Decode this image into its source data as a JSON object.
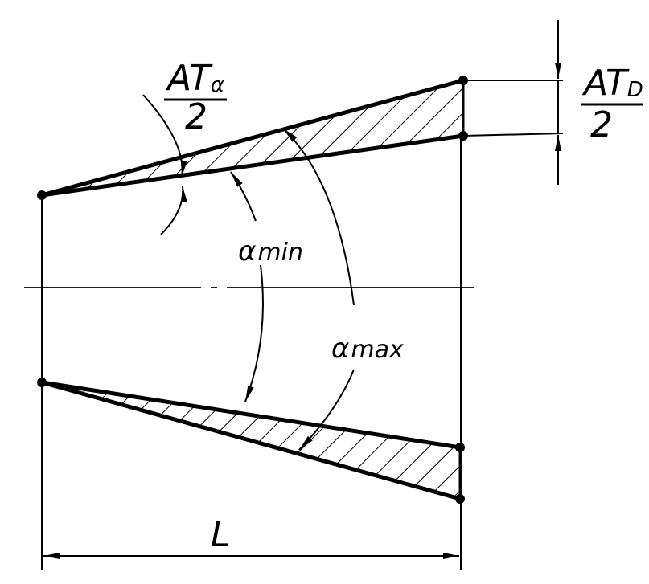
{
  "labels": {
    "at_alpha_main": "AT",
    "at_alpha_sub": "α",
    "at_alpha_den": "2",
    "at_d_main": "AT",
    "at_d_sub": "D",
    "at_d_den": "2",
    "alpha_min_sym": "α",
    "alpha_min_txt": "min",
    "alpha_max_sym": "α",
    "alpha_max_txt": "max",
    "length": "L"
  },
  "colors": {
    "ink": "#000000",
    "paper": "#ffffff"
  }
}
